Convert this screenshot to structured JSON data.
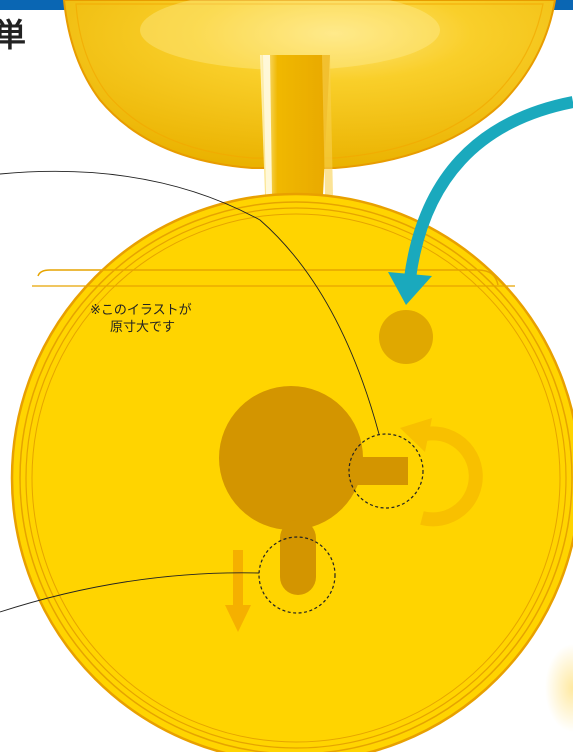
{
  "heading": {
    "text": "単"
  },
  "note": {
    "line1": "※このイラストが",
    "line2": "原寸大です"
  },
  "colors": {
    "top_band": "#0a66b3",
    "lid_gold": "#f5c000",
    "lid_rim": "#e8a800",
    "body_yellow": "#ffd400",
    "body_ring": "#e6a400",
    "dark_ochre": "#d39500",
    "hole": "#e0a800",
    "teal_arrow": "#1aa9bd",
    "rotate_arrow": "#f8c000",
    "down_arrow": "#f5b000",
    "leader_line": "#222222"
  },
  "icons": {
    "insert_arrow": "curved-arrow-down",
    "rotate_hint": "rotate-arrow",
    "pull_hint": "arrow-down"
  }
}
